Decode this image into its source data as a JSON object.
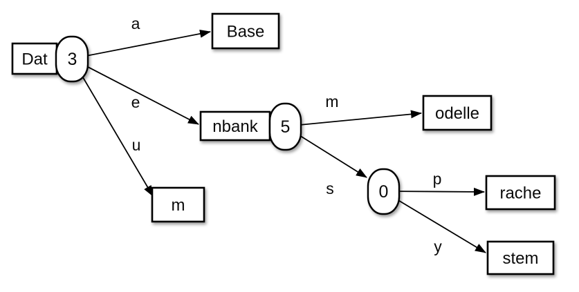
{
  "colors": {
    "background": "#ffffff",
    "node_fill": "#ffffff",
    "stroke": "#000000",
    "shadow": "rgba(0,0,0,0.38)"
  },
  "diagram": {
    "kind": "radix-tree",
    "nodes": [
      {
        "id": "dat",
        "shape": "rect",
        "label": "Dat"
      },
      {
        "id": "count-3",
        "shape": "stadium",
        "label": "3"
      },
      {
        "id": "base",
        "shape": "rect",
        "label": "Base"
      },
      {
        "id": "nbank",
        "shape": "rect",
        "label": "nbank"
      },
      {
        "id": "count-5",
        "shape": "stadium",
        "label": "5"
      },
      {
        "id": "m",
        "shape": "rect",
        "label": "m"
      },
      {
        "id": "odelle",
        "shape": "rect",
        "label": "odelle"
      },
      {
        "id": "count-0",
        "shape": "stadium",
        "label": "0"
      },
      {
        "id": "rache",
        "shape": "rect",
        "label": "rache"
      },
      {
        "id": "stem",
        "shape": "rect",
        "label": "stem"
      }
    ],
    "edges": [
      {
        "from": "count-3",
        "to": "base",
        "label": "a"
      },
      {
        "from": "count-3",
        "to": "nbank",
        "label": "e"
      },
      {
        "from": "count-3",
        "to": "m",
        "label": "u"
      },
      {
        "from": "count-5",
        "to": "odelle",
        "label": "m"
      },
      {
        "from": "count-5",
        "to": "count-0",
        "label": "s"
      },
      {
        "from": "count-0",
        "to": "rache",
        "label": "p"
      },
      {
        "from": "count-0",
        "to": "stem",
        "label": "y"
      }
    ]
  }
}
